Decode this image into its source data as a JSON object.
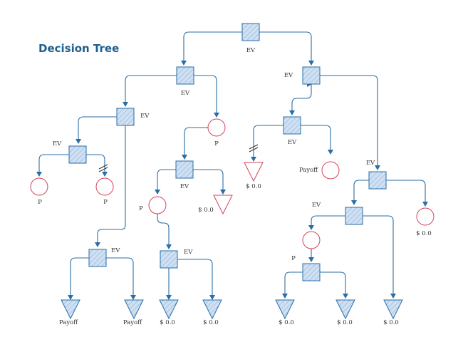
{
  "title": "Decision Tree",
  "labels": {
    "ev": "EV",
    "p": "P",
    "payoff": "Payoff",
    "zero": "$ 0.0"
  },
  "colors": {
    "title": "#1f5f8f",
    "edge": "#2a6ea6",
    "decision_fill": "#cfe0f3",
    "chance_stroke": "#d4435a"
  },
  "legend": {
    "decision_node": "square-icon",
    "chance_node": "circle-icon",
    "terminal_node": "triangle-icon"
  }
}
